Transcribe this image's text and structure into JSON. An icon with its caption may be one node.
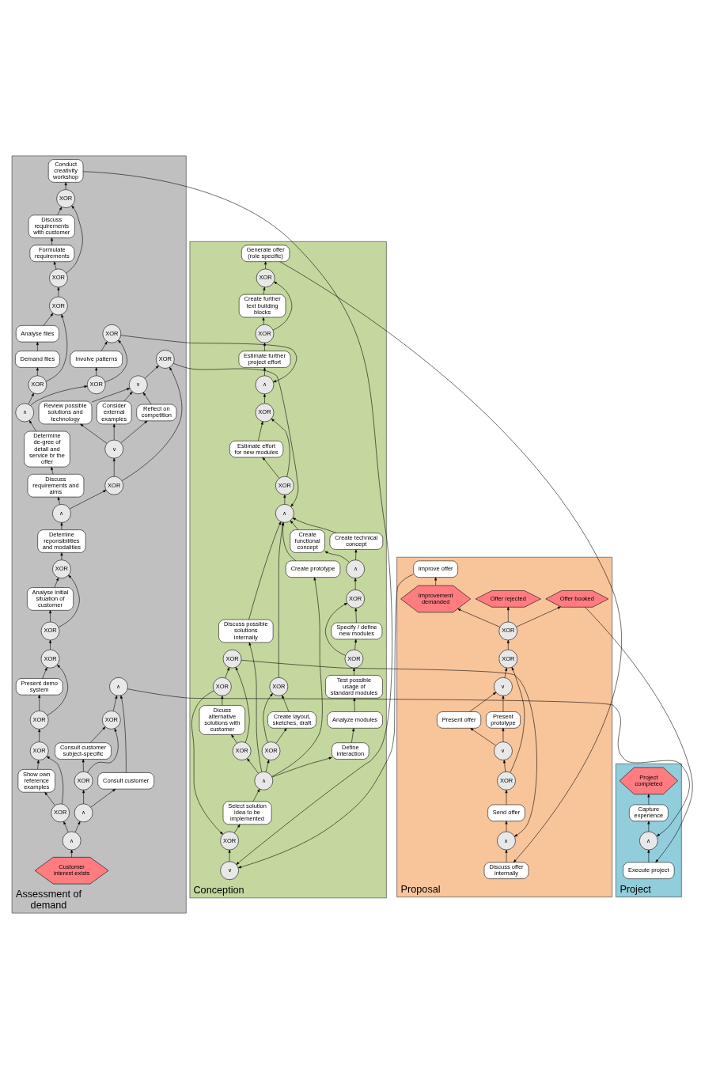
{
  "diagram": {
    "nodes": [
      {
        "text": [
          "Assessment of demand"
        ]
      },
      {
        "text": [
          "Conception"
        ]
      },
      {
        "text": [
          "Proposal"
        ]
      },
      {
        "text": [
          "Project"
        ]
      },
      {
        "text": [
          "Customer interest exists"
        ],
        "in": 0
      },
      {
        "text": [
          "∧"
        ],
        "in": 0
      },
      {
        "text": [
          "XOR"
        ],
        "in": 0
      },
      {
        "text": [
          "Show own reference examples"
        ],
        "in": 0
      },
      {
        "text": [
          "XOR"
        ],
        "in": 0
      },
      {
        "text": [
          "XOR"
        ],
        "in": 0
      },
      {
        "text": [
          "Present demo system"
        ],
        "in": 0
      },
      {
        "text": [
          "XOR"
        ],
        "in": 0
      },
      {
        "text": [
          "XOR"
        ],
        "in": 0
      },
      {
        "text": [
          "Analyse initial situation of customer"
        ],
        "in": 0
      },
      {
        "text": [
          "XOR"
        ],
        "in": 0
      },
      {
        "text": [
          "Detemine reponsibilities and modalities"
        ],
        "in": 0
      },
      {
        "text": [
          "∧"
        ],
        "in": 0
      },
      {
        "text": [
          "Discuss requirements and aims"
        ],
        "in": 0
      },
      {
        "text": [
          "Determine de-gree of detail and service br the offer"
        ],
        "in": 0
      },
      {
        "text": [
          "∧"
        ],
        "in": 0
      },
      {
        "text": [
          "XOR"
        ],
        "in": 0
      },
      {
        "text": [
          "∨"
        ],
        "in": 0
      },
      {
        "text": [
          "Review possible solutions and technology"
        ],
        "in": 0
      },
      {
        "text": [
          "Consider external examples"
        ],
        "in": 0
      },
      {
        "text": [
          "Reflect on competition"
        ],
        "in": 0
      },
      {
        "text": [
          "∨"
        ],
        "in": 0
      },
      {
        "text": [
          "XOR"
        ],
        "in": 0
      },
      {
        "text": [
          "XOR"
        ],
        "in": 0
      },
      {
        "text": [
          "Demand files"
        ],
        "in": 0
      },
      {
        "text": [
          "Analyse files"
        ],
        "in": 0
      },
      {
        "text": [
          "XOR"
        ],
        "in": 0
      },
      {
        "text": [
          "XOR"
        ],
        "in": 0
      },
      {
        "text": [
          "Formulate requirements"
        ],
        "in": 0
      },
      {
        "text": [
          "Discuss requirements with customer"
        ],
        "in": 0
      },
      {
        "text": [
          "XOR"
        ],
        "in": 0
      },
      {
        "text": [
          "Conduct creativity workshop"
        ],
        "in": 0
      },
      {
        "text": [
          "XOR"
        ],
        "in": 0
      },
      {
        "text": [
          "Involve patterns"
        ],
        "in": 0
      },
      {
        "text": [
          "XOR"
        ],
        "in": 0
      },
      {
        "text": [
          "∧"
        ],
        "in": 0
      },
      {
        "text": [
          "XOR"
        ],
        "in": 0
      },
      {
        "text": [
          "Consult customer subject-specific"
        ],
        "in": 0
      },
      {
        "text": [
          "Consult customer"
        ],
        "in": 0
      },
      {
        "text": [
          "XOR"
        ],
        "in": 0
      },
      {
        "text": [
          "∧"
        ],
        "in": 0
      },
      {
        "text": [
          "∨"
        ],
        "in": 1
      },
      {
        "text": [
          "XOR"
        ],
        "in": 1
      },
      {
        "text": [
          "Select solution idea to be implemented"
        ],
        "in": 1
      },
      {
        "text": [
          "∧"
        ],
        "in": 1
      },
      {
        "text": [
          "XOR"
        ],
        "in": 1
      },
      {
        "text": [
          "Create layout, sketches, draft"
        ],
        "in": 1
      },
      {
        "text": [
          "XOR"
        ],
        "in": 1
      },
      {
        "text": [
          "XOR"
        ],
        "in": 1
      },
      {
        "text": [
          "Dicuss alternative solutions with customer"
        ],
        "in": 1
      },
      {
        "text": [
          "XOR"
        ],
        "in": 1
      },
      {
        "text": [
          "XOR"
        ],
        "in": 1
      },
      {
        "text": [
          "Discuss possible solutions internally"
        ],
        "in": 1
      },
      {
        "text": [
          "Create prototype"
        ],
        "in": 1
      },
      {
        "text": [
          "Define interaction"
        ],
        "in": 1
      },
      {
        "text": [
          "Analyze modules"
        ],
        "in": 1
      },
      {
        "text": [
          "Test possible usage of standard modules"
        ],
        "in": 1
      },
      {
        "text": [
          "XOR"
        ],
        "in": 1
      },
      {
        "text": [
          "Specify / define new modules"
        ],
        "in": 1
      },
      {
        "text": [
          "XOR"
        ],
        "in": 1
      },
      {
        "text": [
          "∧"
        ],
        "in": 1
      },
      {
        "text": [
          "Create functional concept"
        ],
        "in": 1
      },
      {
        "text": [
          "Create technical concept"
        ],
        "in": 1
      },
      {
        "text": [
          "∧"
        ],
        "in": 1
      },
      {
        "text": [
          "XOR"
        ],
        "in": 1
      },
      {
        "text": [
          "Estimate effort for new modules"
        ],
        "in": 1
      },
      {
        "text": [
          "XOR"
        ],
        "in": 1
      },
      {
        "text": [
          "∧"
        ],
        "in": 1
      },
      {
        "text": [
          "Estimate further project effort"
        ],
        "in": 1
      },
      {
        "text": [
          "XOR"
        ],
        "in": 1
      },
      {
        "text": [
          "Create further text building blocks"
        ],
        "in": 1
      },
      {
        "text": [
          "XOR"
        ],
        "in": 1
      },
      {
        "text": [
          "Generate offer (role specific)"
        ],
        "in": 1
      },
      {
        "text": [
          "Discuss offer internally"
        ],
        "in": 2
      },
      {
        "text": [
          "∧"
        ],
        "in": 2
      },
      {
        "text": [
          "Send offer"
        ],
        "in": 2
      },
      {
        "text": [
          "XOR"
        ],
        "in": 2
      },
      {
        "text": [
          "∨"
        ],
        "in": 2
      },
      {
        "text": [
          "Present offer"
        ],
        "in": 2
      },
      {
        "text": [
          "Present prototype"
        ],
        "in": 2
      },
      {
        "text": [
          "∨"
        ],
        "in": 2
      },
      {
        "text": [
          "XOR"
        ],
        "in": 2
      },
      {
        "text": [
          "XOR"
        ],
        "in": 2
      },
      {
        "text": [
          "Improve offer"
        ],
        "in": 2
      },
      {
        "text": [
          "Improvement demanded"
        ],
        "in": 2
      },
      {
        "text": [
          "Offer rejected"
        ],
        "in": 2
      },
      {
        "text": [
          "Offer booked"
        ],
        "in": 2
      },
      {
        "text": [
          "Execute project"
        ],
        "in": 3
      },
      {
        "text": [
          "∧"
        ],
        "in": 3
      },
      {
        "text": [
          "Capture experience"
        ],
        "in": 3
      },
      {
        "text": [
          "Project completed"
        ],
        "in": 3
      }
    ],
    "edges": [
      {
        "from": 4,
        "to": 5,
        "arrow": "to"
      },
      {
        "from": 5,
        "to": 6,
        "arrow": "to"
      },
      {
        "from": 5,
        "to": 39,
        "arrow": "to"
      },
      {
        "from": 6,
        "to": 7,
        "arrow": "to"
      },
      {
        "from": 6,
        "to": 8,
        "arrow": "to"
      },
      {
        "from": 7,
        "to": 8,
        "arrow": "to"
      },
      {
        "from": 8,
        "to": 9,
        "arrow": "to"
      },
      {
        "from": 9,
        "to": 10,
        "arrow": "to"
      },
      {
        "from": 9,
        "to": 11,
        "arrow": "to"
      },
      {
        "from": 10,
        "to": 11,
        "arrow": "to"
      },
      {
        "from": 11,
        "to": 12,
        "arrow": "to"
      },
      {
        "from": 12,
        "to": 13,
        "arrow": "to"
      },
      {
        "from": 12,
        "to": 14,
        "arrow": "to"
      },
      {
        "from": 13,
        "to": 14,
        "arrow": "to"
      },
      {
        "from": 14,
        "to": 15,
        "arrow": "to"
      },
      {
        "from": 15,
        "to": 16,
        "arrow": "to"
      },
      {
        "from": 16,
        "to": 20,
        "arrow": "to"
      },
      {
        "from": 16,
        "to": 17,
        "arrow": "to"
      },
      {
        "from": 17,
        "to": 18,
        "arrow": "to"
      },
      {
        "from": 18,
        "to": 19,
        "arrow": "to"
      },
      {
        "from": 20,
        "to": 21,
        "arrow": "to"
      },
      {
        "from": 21,
        "to": 22,
        "arrow": "to"
      },
      {
        "from": 21,
        "to": 23,
        "arrow": "to"
      },
      {
        "from": 21,
        "to": 24,
        "arrow": "to"
      },
      {
        "from": 22,
        "to": 25,
        "arrow": "to"
      },
      {
        "from": 23,
        "to": 25,
        "arrow": "to"
      },
      {
        "from": 24,
        "to": 25,
        "arrow": "to"
      },
      {
        "from": 20,
        "to": 26,
        "arrow": "to"
      },
      {
        "from": 25,
        "to": 26,
        "arrow": "to"
      },
      {
        "from": 26,
        "to": 67,
        "arrow": "to"
      },
      {
        "from": 19,
        "to": 27,
        "arrow": "to"
      },
      {
        "from": 27,
        "to": 28,
        "arrow": "to"
      },
      {
        "from": 27,
        "to": 30,
        "arrow": "to"
      },
      {
        "from": 28,
        "to": 29,
        "arrow": "to"
      },
      {
        "from": 29,
        "to": 30,
        "arrow": "to"
      },
      {
        "from": 30,
        "to": 31,
        "arrow": "to"
      },
      {
        "from": 31,
        "to": 32,
        "arrow": "to"
      },
      {
        "from": 32,
        "to": 33,
        "arrow": "to"
      },
      {
        "from": 33,
        "to": 34,
        "arrow": "to"
      },
      {
        "from": 31,
        "to": 34,
        "arrow": "to"
      },
      {
        "from": 34,
        "to": 35,
        "arrow": "to"
      },
      {
        "from": 35,
        "to": 45,
        "arrow": "to"
      },
      {
        "from": 19,
        "to": 36,
        "arrow": "to"
      },
      {
        "from": 36,
        "to": 37,
        "arrow": "to"
      },
      {
        "from": 36,
        "to": 38,
        "arrow": "to"
      },
      {
        "from": 37,
        "to": 38,
        "arrow": "to"
      },
      {
        "from": 38,
        "to": 71,
        "arrow": "to"
      },
      {
        "from": 39,
        "to": 42,
        "arrow": "to"
      },
      {
        "from": 39,
        "to": 40,
        "arrow": "to"
      },
      {
        "from": 40,
        "to": 41,
        "arrow": "to"
      },
      {
        "from": 40,
        "to": 43,
        "arrow": "to"
      },
      {
        "from": 41,
        "to": 43,
        "arrow": "to"
      },
      {
        "from": 43,
        "to": 44,
        "arrow": "to"
      },
      {
        "from": 42,
        "to": 44,
        "arrow": "to"
      },
      {
        "from": 44,
        "to": 92,
        "arrow": "to"
      },
      {
        "from": 45,
        "to": 46,
        "arrow": "to"
      },
      {
        "from": 46,
        "to": 47,
        "arrow": "to"
      },
      {
        "from": 47,
        "to": 48,
        "arrow": "to"
      },
      {
        "from": 48,
        "to": 49,
        "arrow": "to"
      },
      {
        "from": 48,
        "to": 58,
        "arrow": "to"
      },
      {
        "from": 48,
        "to": 57,
        "arrow": "to"
      },
      {
        "from": 48,
        "to": 56,
        "arrow": "to"
      },
      {
        "from": 48,
        "to": 52,
        "arrow": "to"
      },
      {
        "from": 49,
        "to": 50,
        "arrow": "to"
      },
      {
        "from": 49,
        "to": 51,
        "arrow": "to"
      },
      {
        "from": 50,
        "to": 51,
        "arrow": "to"
      },
      {
        "from": 51,
        "to": 67,
        "arrow": "to"
      },
      {
        "from": 52,
        "to": 53,
        "arrow": "to"
      },
      {
        "from": 52,
        "to": 55,
        "arrow": "to"
      },
      {
        "from": 53,
        "to": 54,
        "arrow": "to"
      },
      {
        "from": 54,
        "to": 55,
        "arrow": "to"
      },
      {
        "from": 54,
        "to": 46,
        "arrow": "to"
      },
      {
        "from": 55,
        "to": 78,
        "arrow": "to"
      },
      {
        "from": 58,
        "to": 59,
        "arrow": "to"
      },
      {
        "from": 59,
        "to": 60,
        "arrow": "to"
      },
      {
        "from": 60,
        "to": 61,
        "arrow": "to"
      },
      {
        "from": 61,
        "to": 62,
        "arrow": "to"
      },
      {
        "from": 61,
        "to": 63,
        "arrow": "to"
      },
      {
        "from": 62,
        "to": 63,
        "arrow": "to"
      },
      {
        "from": 63,
        "to": 64,
        "arrow": "to"
      },
      {
        "from": 64,
        "to": 65,
        "arrow": "to"
      },
      {
        "from": 64,
        "to": 66,
        "arrow": "to"
      },
      {
        "from": 65,
        "to": 67,
        "arrow": "to"
      },
      {
        "from": 66,
        "to": 67,
        "arrow": "to"
      },
      {
        "from": 57,
        "to": 67,
        "arrow": "to"
      },
      {
        "from": 56,
        "to": 67,
        "arrow": "to"
      },
      {
        "from": 67,
        "to": 68,
        "arrow": "to"
      },
      {
        "from": 68,
        "to": 69,
        "arrow": "to"
      },
      {
        "from": 68,
        "to": 70,
        "arrow": "to"
      },
      {
        "from": 69,
        "to": 70,
        "arrow": "to"
      },
      {
        "from": 70,
        "to": 71,
        "arrow": "to"
      },
      {
        "from": 71,
        "to": 72,
        "arrow": "to"
      },
      {
        "from": 72,
        "to": 73,
        "arrow": "to"
      },
      {
        "from": 73,
        "to": 74,
        "arrow": "to"
      },
      {
        "from": 73,
        "to": 75,
        "arrow": "to"
      },
      {
        "from": 74,
        "to": 75,
        "arrow": "to"
      },
      {
        "from": 75,
        "to": 76,
        "arrow": "to"
      },
      {
        "from": 76,
        "to": 77,
        "arrow": "to"
      },
      {
        "from": 77,
        "to": 78,
        "arrow": "to"
      },
      {
        "from": 78,
        "to": 79,
        "arrow": "to"
      },
      {
        "from": 79,
        "to": 80,
        "arrow": "to"
      },
      {
        "from": 80,
        "to": 81,
        "arrow": "to"
      },
      {
        "from": 80,
        "to": 85,
        "arrow": "to"
      },
      {
        "from": 81,
        "to": 82,
        "arrow": "to"
      },
      {
        "from": 81,
        "to": 83,
        "arrow": "to"
      },
      {
        "from": 82,
        "to": 84,
        "arrow": "to"
      },
      {
        "from": 83,
        "to": 84,
        "arrow": "to"
      },
      {
        "from": 84,
        "to": 85,
        "arrow": "to"
      },
      {
        "from": 85,
        "to": 86,
        "arrow": "to"
      },
      {
        "from": 86,
        "to": 88,
        "arrow": "to"
      },
      {
        "from": 86,
        "to": 89,
        "arrow": "to"
      },
      {
        "from": 86,
        "to": 90,
        "arrow": "to"
      },
      {
        "from": 88,
        "to": 87,
        "arrow": "to"
      },
      {
        "from": 87,
        "to": 45,
        "arrow": "to"
      },
      {
        "from": 90,
        "to": 91,
        "arrow": "to"
      },
      {
        "from": 91,
        "to": 92,
        "arrow": "to"
      },
      {
        "from": 92,
        "to": 93,
        "arrow": "to"
      },
      {
        "from": 93,
        "to": 94,
        "arrow": "to"
      }
    ]
  }
}
